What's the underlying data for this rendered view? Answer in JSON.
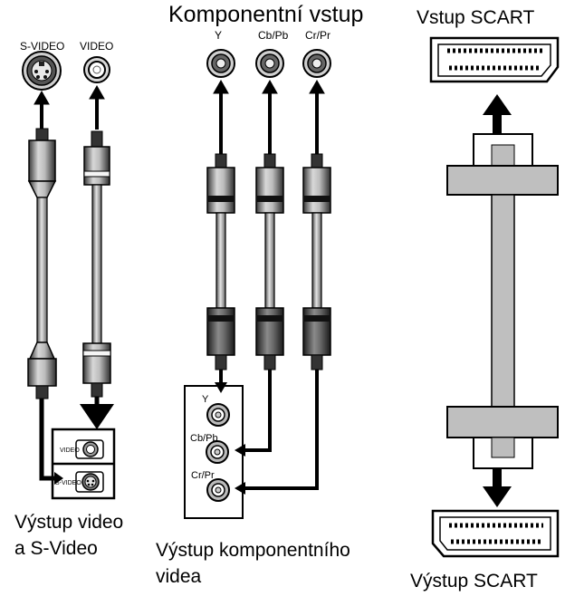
{
  "top_labels": {
    "s_video": "S-VIDEO",
    "video": "VIDEO",
    "component_title": "Komponentní vstup",
    "y": "Y",
    "cb_pb": "Cb/Pb",
    "cr_pr": "Cr/Pr",
    "scart_in": "Vstup SCART"
  },
  "output_panels": {
    "video_panel": {
      "video": "VIDEO",
      "s_video": "S-VIDEO"
    },
    "component_panel": {
      "y": "Y",
      "cb_pb": "Cb/Pb",
      "cr_pr": "Cr/Pr"
    }
  },
  "captions": {
    "video_out_line1": "Výstup video",
    "video_out_line2": "a S-Video",
    "component_out_line1": "Výstup komponentního",
    "component_out_line2": "videa",
    "scart_out": "Výstup SCART"
  }
}
